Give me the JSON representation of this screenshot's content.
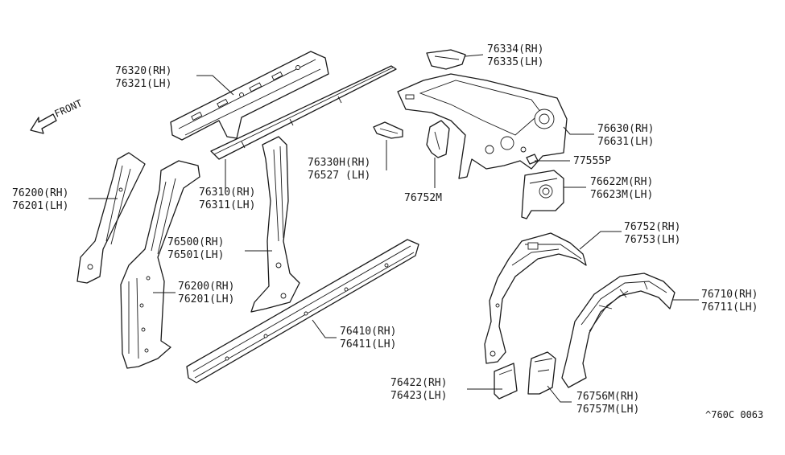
{
  "diagram": {
    "front_label": "FRONT",
    "reference_code": "^760C 0063",
    "parts": {
      "roof_rail_inner": {
        "rh": "76320(RH)",
        "lh": "76321(LH)"
      },
      "roof_rail_outer": {
        "rh": "76310(RH)",
        "lh": "76311(LH)"
      },
      "front_pillar_inner": {
        "rh": "76200(RH)",
        "lh": "76201(LH)"
      },
      "front_pillar_outer": {
        "rh": "76200(RH)",
        "lh": "76201(LH)"
      },
      "center_pillar": {
        "rh": "76500(RH)",
        "lh": "76501(LH)"
      },
      "sill": {
        "rh": "76410(RH)",
        "lh": "76411(LH)"
      },
      "roof_bracket": {
        "rh": "76330H(RH)",
        "lh": "76527 (LH)"
      },
      "wheelhouse_bracket": {
        "single": "76752M"
      },
      "top_gusset": {
        "rh": "76334(RH)",
        "lh": "76335(LH)"
      },
      "rear_pillar": {
        "rh": "76630(RH)",
        "lh": "76631(LH)"
      },
      "rear_clip": {
        "single": "77555P"
      },
      "rear_reinforcement": {
        "rh": "76622M(RH)",
        "lh": "76623M(LH)"
      },
      "inner_wheelhouse": {
        "rh": "76752(RH)",
        "lh": "76753(LH)"
      },
      "outer_wheelhouse": {
        "rh": "76710(RH)",
        "lh": "76711(LH)"
      },
      "sill_extension": {
        "rh": "76422(RH)",
        "lh": "76423(LH)"
      },
      "wheelhouse_extension": {
        "rh": "76756M(RH)",
        "lh": "76757M(LH)"
      }
    }
  }
}
